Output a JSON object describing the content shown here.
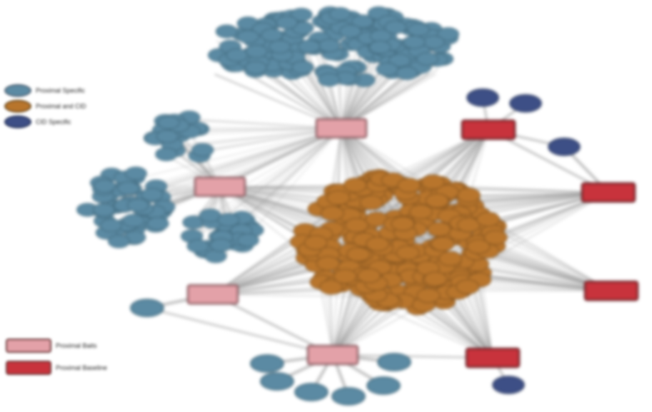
{
  "legend_nodes": [
    {
      "label": "Proximal Specific",
      "color": "#5b8aa3"
    },
    {
      "label": "Proximal and CID",
      "color": "#b8752c"
    },
    {
      "label": "CID Specific",
      "color": "#3d4f86"
    }
  ],
  "legend_hubs": [
    {
      "label": "Proximal Baits",
      "color": "#e3a1a8"
    },
    {
      "label": "Proximal Baseline",
      "color": "#c8333c"
    }
  ],
  "colors": {
    "edge": "#9a9a9a",
    "proximal_specific": "#5b8aa3",
    "shared": "#b8752c",
    "cid_specific": "#3d4f86",
    "bait_light": "#e3a1a8",
    "bait_dark": "#c8333c"
  }
}
